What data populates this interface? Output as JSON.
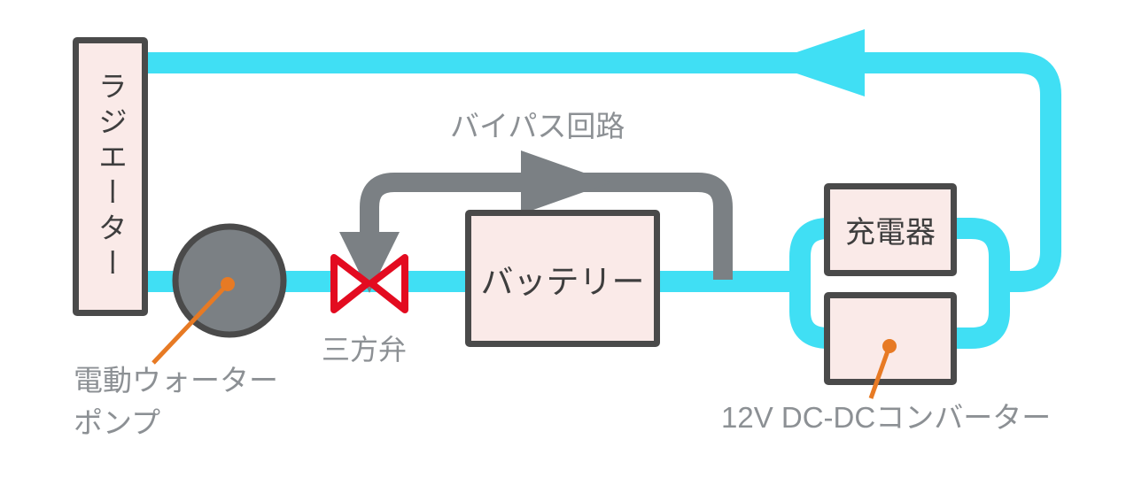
{
  "diagram": {
    "labels": {
      "radiator": "ラジエーター",
      "battery": "バッテリー",
      "charger": "充電器",
      "bypass_circuit": "バイパス回路",
      "three_way_valve": "三方弁",
      "water_pump": "電動ウォーター\nポンプ",
      "dcdc_converter": "12V DC-DCコンバーター"
    },
    "colors": {
      "coolant_pipe": "#40dff4",
      "bypass_pipe": "#7b8084",
      "pump_fill": "#7b8084",
      "box_fill": "#faeae8",
      "box_border": "#4a4a4a",
      "valve_red": "#e30b20",
      "leader_orange": "#e77a24",
      "label_gray": "#8c9094",
      "text_dark": "#3e3e3e"
    }
  }
}
